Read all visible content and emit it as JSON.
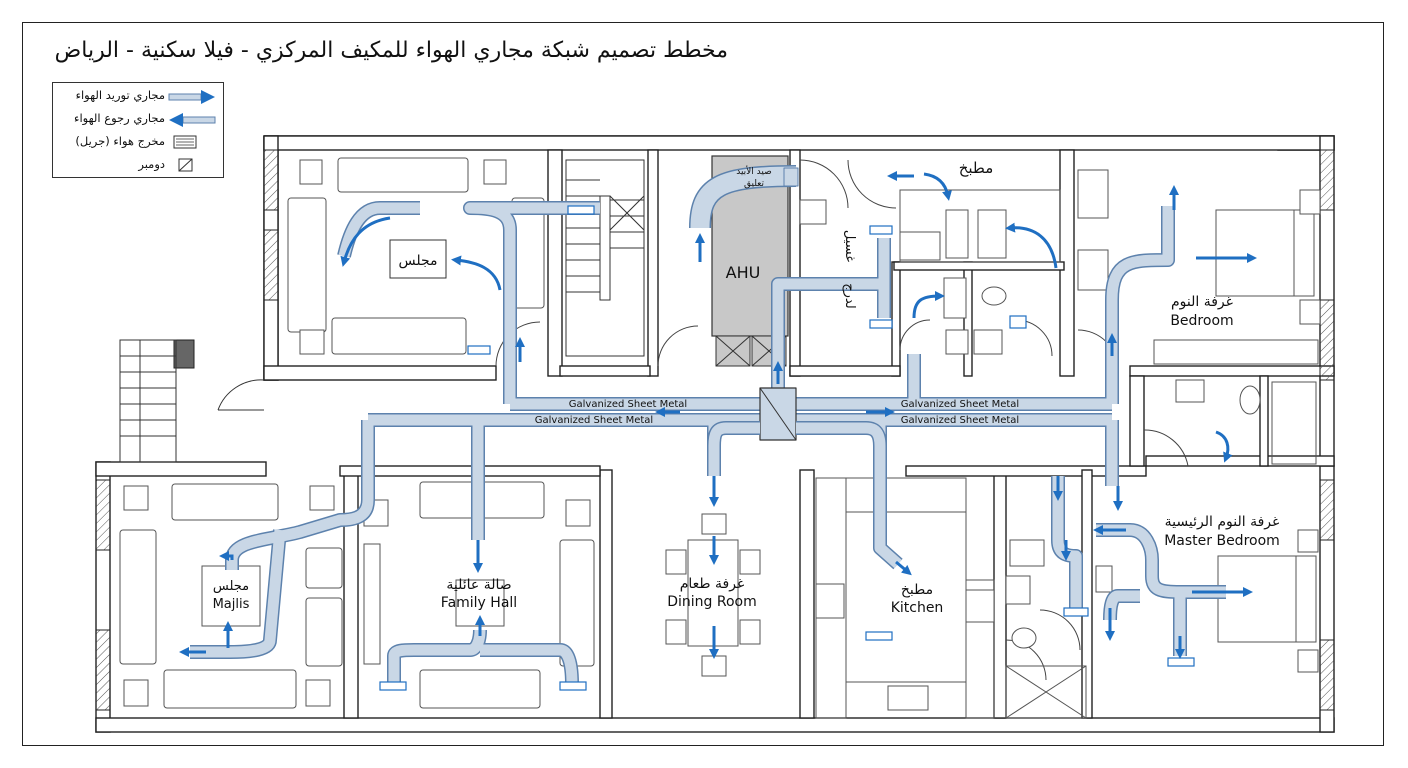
{
  "title": "مخطط تصميم شبكة مجاري الهواء للمكيف المركزي - فيلا سكنية - الرياض",
  "legend": {
    "supply": "مجاري توريد الهواء",
    "return": "مجاري رجوع الهواء",
    "grille": "مخرج هواء (جريل)",
    "damper": "دومبر"
  },
  "rooms": {
    "majlis_top": "مجلس",
    "kitchen_top": "مطبخ",
    "ahu": "AHU",
    "laundry_a": "غسيل",
    "laundry_b": "لدرج",
    "ahu_note_a": "صيد الأبيد",
    "ahu_note_b": "تعليق",
    "bedroom_ar": "غرفة النوم",
    "bedroom_en": "Bedroom",
    "majlis_ar": "مجلس",
    "majlis_en": "Majlis",
    "family_ar": "صالة عائلية",
    "family_en": "Family Hall",
    "dining_ar": "غرفة طعام",
    "dining_en": "Dining Room",
    "kitchen_ar": "مطبخ",
    "kitchen_en": "Kitchen",
    "master_ar": "غرفة النوم الرئيسية",
    "master_en": "Master Bedroom"
  },
  "duct_labels": {
    "gsm_1": "Galvanized Sheet Metal",
    "gsm_2": "Galvanized Sheet Metal",
    "gsm_3": "Galvanized Sheet Metal",
    "gsm_4": "Galvanized Sheet Metal"
  },
  "colors": {
    "duct_fill": "#c9d7e6",
    "duct_edge": "#5d82ad",
    "supply_arrow": "#1f6fc2",
    "wall": "#ffffff",
    "wall_edge": "#222222",
    "ahu_fill": "#c8c8c8",
    "furniture": "#555555"
  }
}
